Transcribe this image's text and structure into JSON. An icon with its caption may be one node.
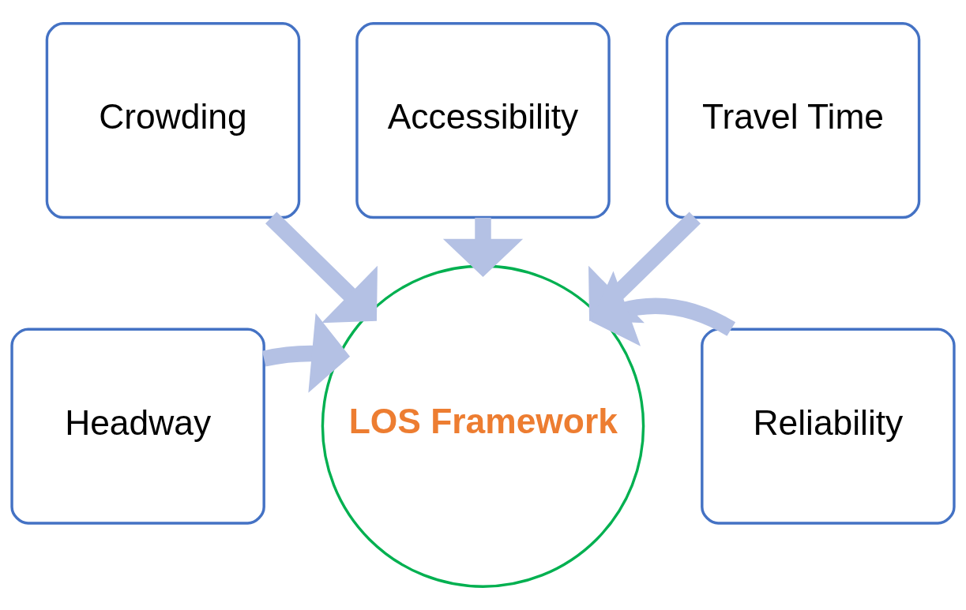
{
  "diagram": {
    "nodes": [
      {
        "text": [
          "Accessibility"
        ]
      },
      {
        "text": [
          "Crowding"
        ]
      },
      {
        "text": [
          "Travel Time"
        ]
      },
      {
        "text": [
          "Headway"
        ]
      },
      {
        "text": [
          "LOS Framework"
        ]
      },
      {
        "text": [
          "Reliability"
        ]
      }
    ],
    "edges": [
      {
        "from": 0,
        "to": 4,
        "arrow": "to"
      },
      {
        "from": 1,
        "to": 4,
        "arrow": "to"
      },
      {
        "from": 2,
        "to": 4,
        "arrow": "to"
      },
      {
        "from": 3,
        "to": 4,
        "arrow": "to"
      },
      {
        "from": 5,
        "to": 4,
        "arrow": "to"
      }
    ]
  }
}
